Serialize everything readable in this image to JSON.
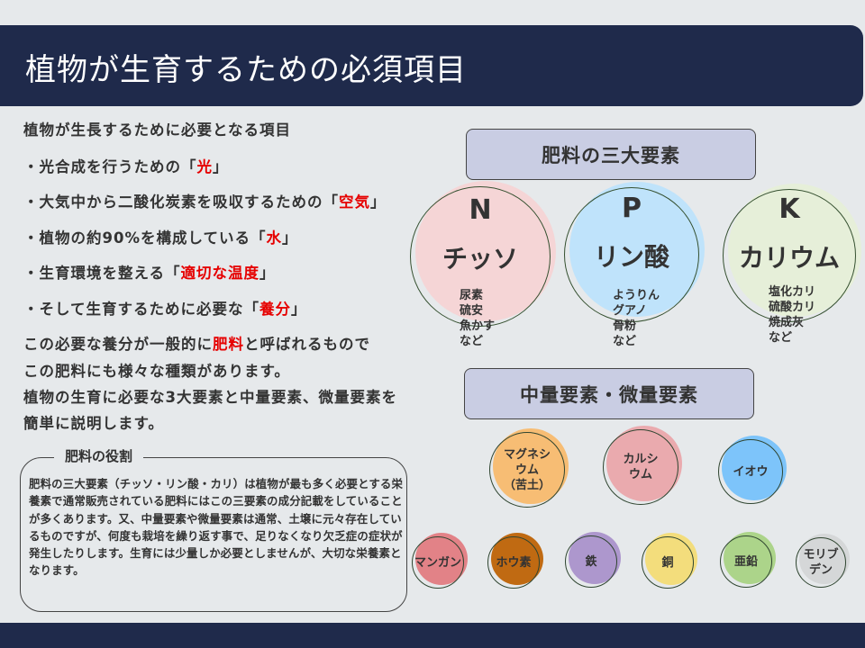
{
  "title": "植物が生育するための必須項目",
  "intro": {
    "heading": "植物が生長するために必要となる項目",
    "items": [
      {
        "prefix": "・光合成を行うための「",
        "highlight": "光",
        "suffix": "」"
      },
      {
        "prefix": "・大気中から二酸化炭素を吸収するための「",
        "highlight": "空気",
        "suffix": "」"
      },
      {
        "prefix": "・植物の約90%を構成している「",
        "highlight": "水",
        "suffix": "」"
      },
      {
        "prefix": "・生育環境を整える「",
        "highlight": "適切な温度",
        "suffix": "」"
      },
      {
        "prefix": "・そして生育するために必要な「",
        "highlight": "養分",
        "suffix": "」"
      }
    ],
    "p1_pre": "この必要な養分が一般的に",
    "p1_hl": "肥料",
    "p1_post": "と呼ばれるもので",
    "p2": "この肥料にも様々な種類があります。",
    "p3": "植物の生育に必要な3大要素と中量要素、微量要素を",
    "p4": "簡単に説明します。"
  },
  "role": {
    "title": "肥料の役割",
    "body": "肥料の三大要素（チッソ・リン酸・カリ）は植物が最も多く必要とする栄養素で通常販売されている肥料にはこの三要素の成分記載をしていることが多くあります。又、中量要素や微量要素は通常、土壌に元々存在しているものですが、何度も栽培を繰り返す事で、足りなくなり欠乏症の症状が発生したりします。生育には少量しか必要としませんが、大切な栄養素となります。"
  },
  "major": {
    "header": "肥料の三大要素",
    "items": [
      {
        "letter": "N",
        "name": "チッソ",
        "examples": "尿素\n硫安\n魚かす\nなど",
        "color": "#f5d5d6"
      },
      {
        "letter": "P",
        "name": "リン酸",
        "examples": "ようりん\nグアノ\n骨粉\nなど",
        "color": "#bfe3fb"
      },
      {
        "letter": "K",
        "name": "カリウム",
        "examples": "塩化カリ\n硫酸カリ\n焼成灰\nなど",
        "color": "#e6efd9"
      }
    ]
  },
  "minor": {
    "header": "中量要素・微量要素",
    "medium": [
      {
        "name": "マグネシ\nウム\n（苦土）",
        "color": "#f7bd74"
      },
      {
        "name": "カルシ\nウム",
        "color": "#eaaaae"
      },
      {
        "name": "イオウ",
        "color": "#7dc4fa"
      }
    ],
    "trace": [
      {
        "name": "マンガン",
        "color": "#e28287"
      },
      {
        "name": "ホウ素",
        "color": "#c06a12"
      },
      {
        "name": "鉄",
        "color": "#ad97cd"
      },
      {
        "name": "銅",
        "color": "#f3dd7c"
      },
      {
        "name": "亜鉛",
        "color": "#acd48a"
      },
      {
        "name": "モリブ\nデン",
        "color": "#d5d7d8"
      }
    ]
  }
}
